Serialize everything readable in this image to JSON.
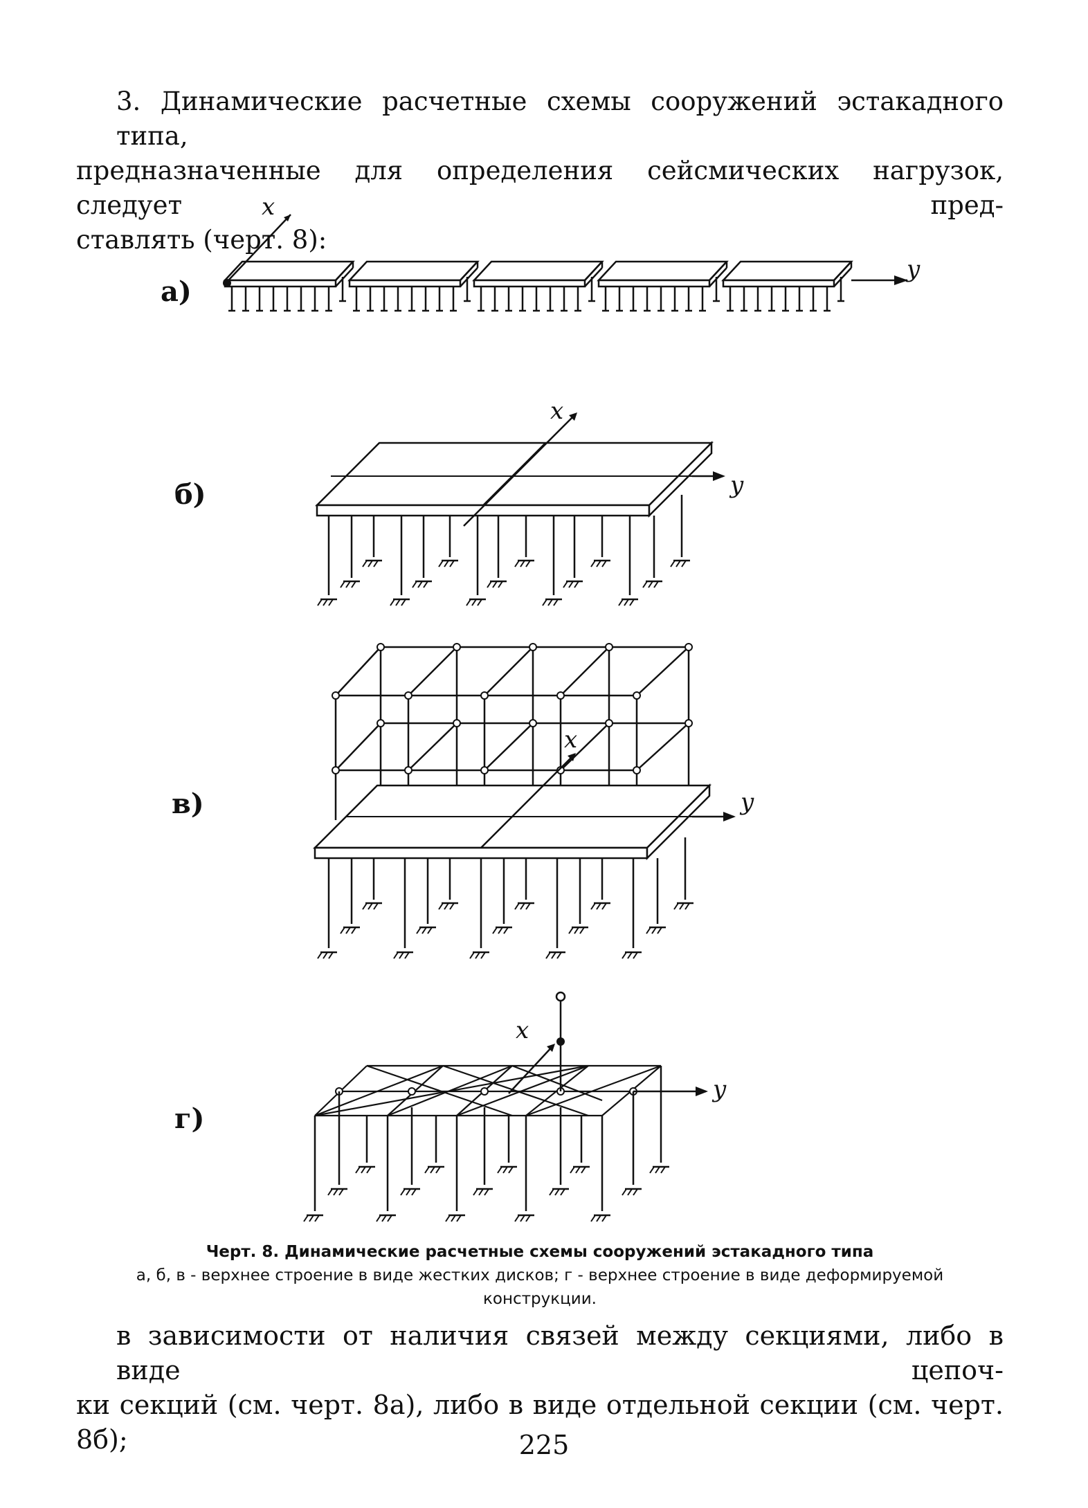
{
  "intro_lines": [
    "3. Динамические расчетные схемы сооружений эстакадного типа,",
    "предназначенные для определения сейсмических нагрузок, следует пред-",
    "ставлять (черт. 8):"
  ],
  "figure": {
    "panels": [
      {
        "label": "а)",
        "axes": [
          "x",
          "y"
        ]
      },
      {
        "label": "б)",
        "axes": [
          "x",
          "y"
        ]
      },
      {
        "label": "в)",
        "axes": [
          "x",
          "y"
        ]
      },
      {
        "label": "г)",
        "axes": [
          "x",
          "y"
        ]
      }
    ],
    "caption_title": "Черт. 8. Динамические расчетные схемы сооружений эстакадного типа",
    "caption_text": "а, б, в - верхнее строение в виде жестких дисков; г - верхнее строение в виде деформируемой конструкции."
  },
  "closing_lines": [
    "в зависимости от наличия связей между секциями, либо в виде цепоч-",
    "ки секций (см. черт. 8а), либо в виде отдельной секции (см. черт. 8б);"
  ],
  "page_number": "225"
}
